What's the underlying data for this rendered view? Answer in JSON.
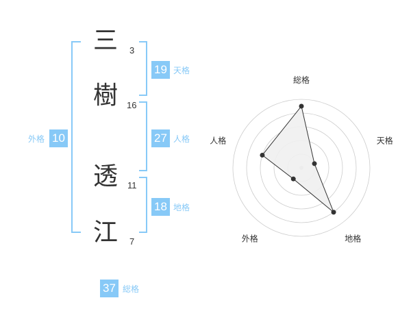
{
  "name": {
    "chars": [
      {
        "char": "三",
        "strokes": "3"
      },
      {
        "char": "樹",
        "strokes": "16"
      },
      {
        "char": "透",
        "strokes": "11"
      },
      {
        "char": "江",
        "strokes": "7"
      }
    ]
  },
  "fortunes": {
    "tenkaku": {
      "value": "19",
      "label": "天格"
    },
    "jinkaku": {
      "value": "27",
      "label": "人格"
    },
    "chikaku": {
      "value": "18",
      "label": "地格"
    },
    "gaikaku": {
      "value": "10",
      "label": "外格"
    },
    "soukaku": {
      "value": "37",
      "label": "総格"
    }
  },
  "radar": {
    "axes": [
      "総格",
      "天格",
      "地格",
      "外格",
      "人格"
    ],
    "values": [
      4.5,
      1,
      4,
      1,
      3
    ],
    "max": 5,
    "rings": 5,
    "colors": {
      "fill": "#f0f0f0",
      "line": "#333333",
      "ring": "#cccccc",
      "point": "#333333",
      "center": "#cccccc"
    }
  }
}
